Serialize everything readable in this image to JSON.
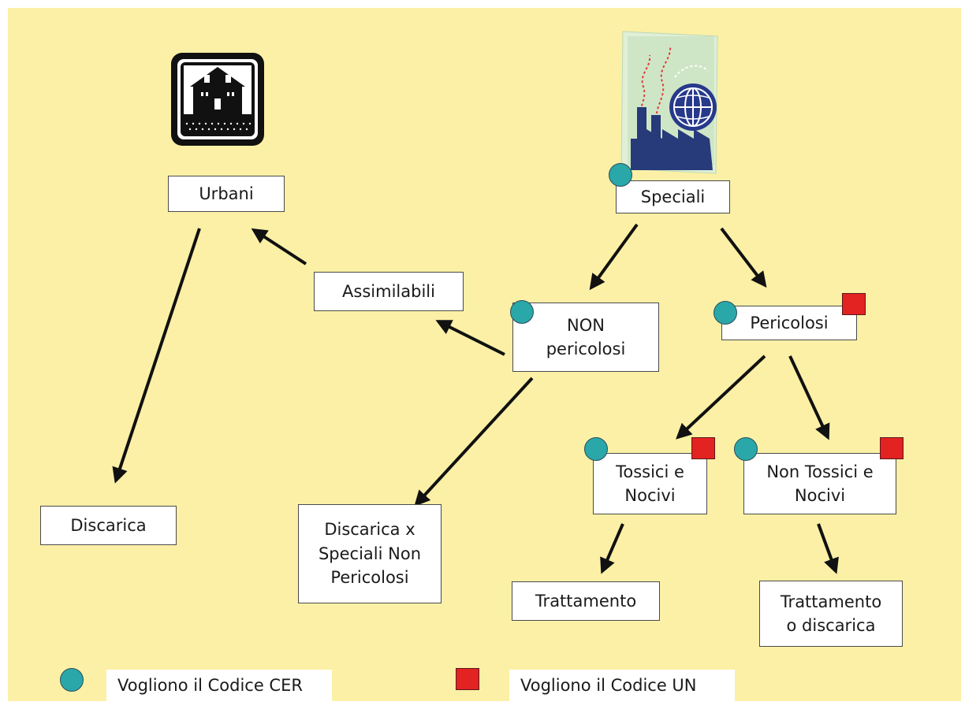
{
  "nodes": {
    "urbani": "Urbani",
    "speciali": "Speciali",
    "assimilabili": "Assimilabili",
    "non_pericolosi": "NON\npericolosi",
    "pericolosi": "Pericolosi",
    "tossici_nocivi": "Tossici e\nNocivi",
    "non_tossici_nocivi": "Non Tossici e\nNocivi",
    "discarica": "Discarica",
    "discarica_speciali": "Discarica x\nSpeciali Non\nPericolosi",
    "trattamento": "Trattamento",
    "trattamento_discarica": "Trattamento\no discarica"
  },
  "legend": {
    "cer_label": "Vogliono il Codice CER",
    "un_label": "Vogliono il Codice UN"
  },
  "colors": {
    "background": "#fbf0a6",
    "cer_marker": "#2aa7a9",
    "un_marker": "#e32222"
  },
  "icons": {
    "house": "house-icon",
    "factory": "factory-globe-icon"
  }
}
